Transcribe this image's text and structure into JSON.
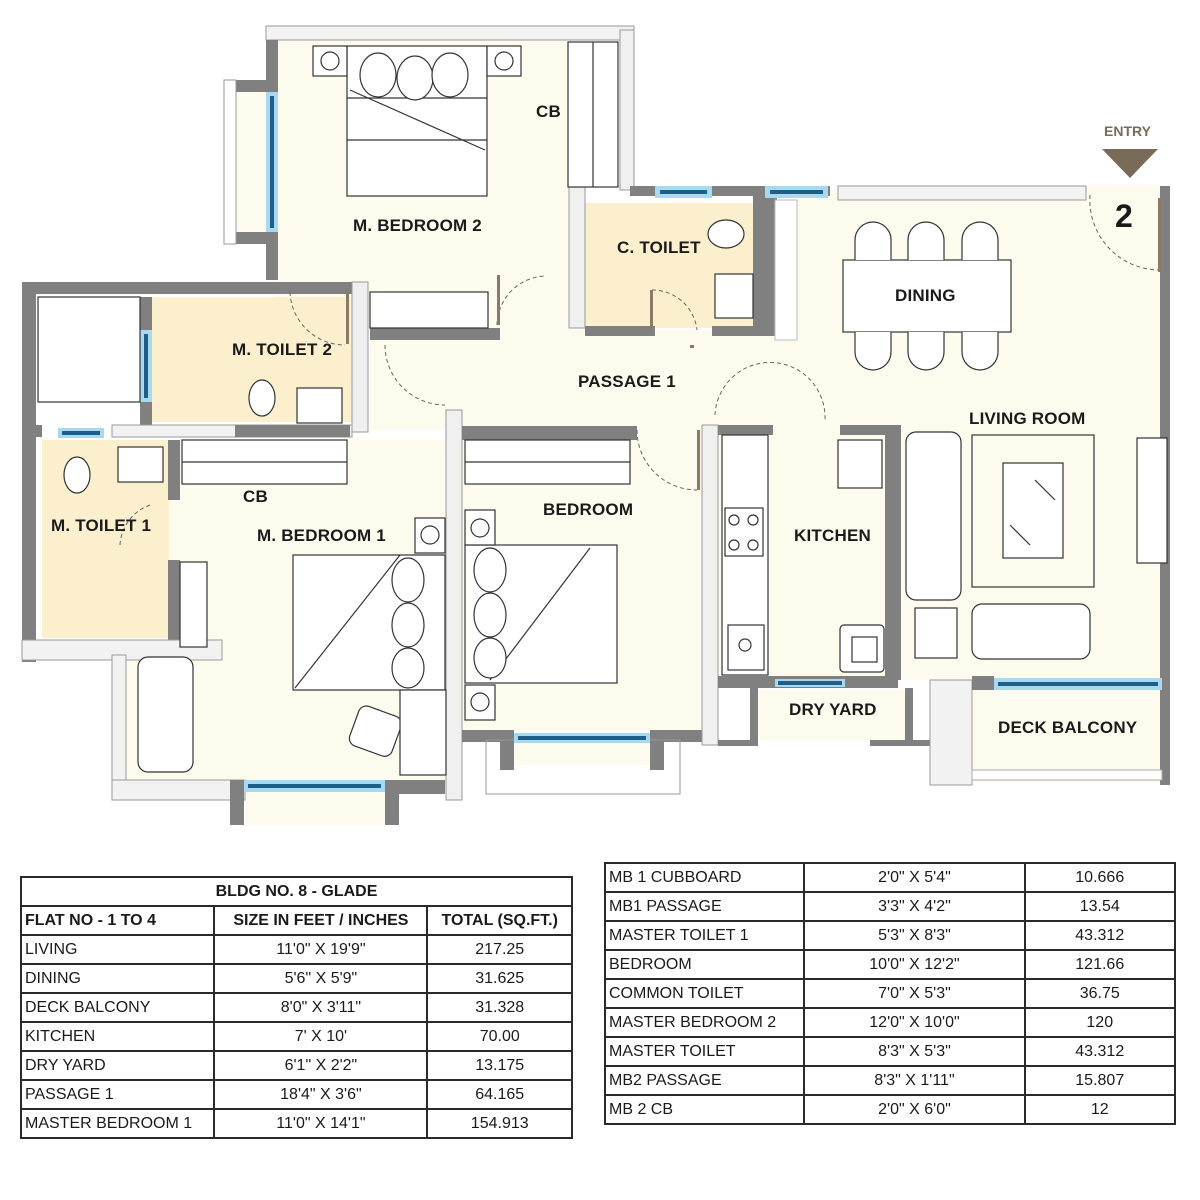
{
  "plan": {
    "entry_label": "ENTRY",
    "flat_number": "2",
    "colors": {
      "floor": "#fdfbee",
      "toilet_floor": "#fbefcd",
      "wall": "#808080",
      "window_glass": "#1e5f8a",
      "window_frame": "#a9d9ef",
      "entry_arrow": "#7a6a58",
      "door_leaf": "#8a7a66"
    },
    "rooms": {
      "m_bedroom_2": "M. BEDROOM 2",
      "cb_top": "CB",
      "c_toilet": "C. TOILET",
      "dining": "DINING",
      "m_toilet_2": "M. TOILET 2",
      "passage_1": "PASSAGE 1",
      "living_room": "LIVING ROOM",
      "m_toilet_1": "M. TOILET 1",
      "cb_mb1": "CB",
      "m_bedroom_1": "M. BEDROOM 1",
      "bedroom": "BEDROOM",
      "kitchen": "KITCHEN",
      "dry_yard": "DRY YARD",
      "deck_balcony": "DECK BALCONY"
    }
  },
  "schedule_left": {
    "title": "BLDG NO. 8 - GLADE",
    "headers": [
      "FLAT NO - 1 TO 4",
      "SIZE IN FEET / INCHES",
      "TOTAL (SQ.FT.)"
    ],
    "rows": [
      {
        "name": "LIVING",
        "size": "11'0\" X 19'9\"",
        "total": "217.25"
      },
      {
        "name": "DINING",
        "size": "5'6\" X 5'9\"",
        "total": "31.625"
      },
      {
        "name": "DECK BALCONY",
        "size": "8'0\" X 3'11\"",
        "total": "31.328"
      },
      {
        "name": "KITCHEN",
        "size": "7' X 10'",
        "total": "70.00"
      },
      {
        "name": "DRY YARD",
        "size": "6'1\" X 2'2\"",
        "total": "13.175"
      },
      {
        "name": "PASSAGE 1",
        "size": "18'4\" X 3'6\"",
        "total": "64.165"
      },
      {
        "name": "MASTER BEDROOM 1",
        "size": "11'0\" X 14'1\"",
        "total": "154.913"
      }
    ]
  },
  "schedule_right": {
    "rows": [
      {
        "name": "MB 1 CUBBOARD",
        "size": "2'0\" X 5'4\"",
        "total": "10.666"
      },
      {
        "name": "MB1 PASSAGE",
        "size": "3'3\" X 4'2\"",
        "total": "13.54"
      },
      {
        "name": "MASTER TOILET 1",
        "size": "5'3\" X 8'3\"",
        "total": "43.312"
      },
      {
        "name": "BEDROOM",
        "size": "10'0\" X 12'2\"",
        "total": "121.66"
      },
      {
        "name": "COMMON TOILET",
        "size": "7'0\" X 5'3\"",
        "total": "36.75"
      },
      {
        "name": "MASTER BEDROOM 2",
        "size": "12'0\" X 10'0\"",
        "total": "120"
      },
      {
        "name": "MASTER TOILET",
        "size": "8'3\" X 5'3\"",
        "total": "43.312"
      },
      {
        "name": "MB2 PASSAGE",
        "size": "8'3\" X 1'11\"",
        "total": "15.807"
      },
      {
        "name": "MB 2 CB",
        "size": "2'0\" X 6'0\"",
        "total": "12"
      }
    ]
  }
}
